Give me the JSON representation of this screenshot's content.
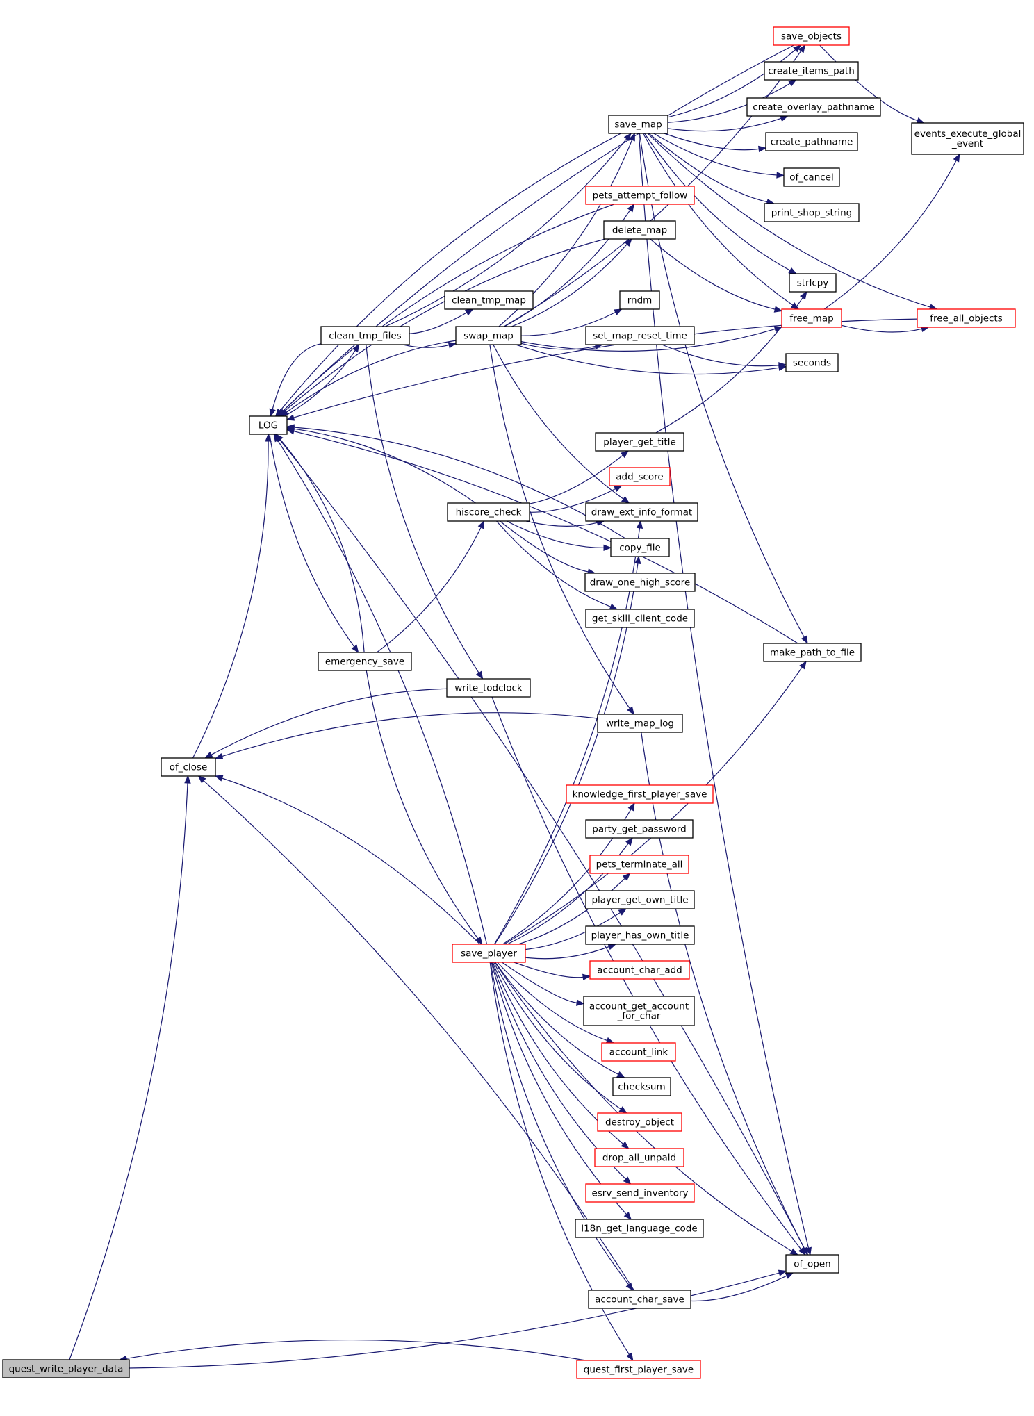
{
  "graph": {
    "nodes": [
      {
        "id": "quest_write_player_data",
        "label": "quest_write_player_data",
        "style": "root"
      },
      {
        "id": "of_close",
        "label": "of_close",
        "style": "normal"
      },
      {
        "id": "LOG",
        "label": "LOG",
        "style": "normal"
      },
      {
        "id": "clean_tmp_files",
        "label": "clean_tmp_files",
        "style": "normal"
      },
      {
        "id": "emergency_save",
        "label": "emergency_save",
        "style": "normal"
      },
      {
        "id": "clean_tmp_map",
        "label": "clean_tmp_map",
        "style": "normal"
      },
      {
        "id": "swap_map",
        "label": "swap_map",
        "style": "normal"
      },
      {
        "id": "hiscore_check",
        "label": "hiscore_check",
        "style": "normal"
      },
      {
        "id": "write_todclock",
        "label": "write_todclock",
        "style": "normal"
      },
      {
        "id": "save_player",
        "label": "save_player",
        "style": "red"
      },
      {
        "id": "save_map",
        "label": "save_map",
        "style": "normal"
      },
      {
        "id": "pets_attempt_follow",
        "label": "pets_attempt_follow",
        "style": "red"
      },
      {
        "id": "delete_map",
        "label": "delete_map",
        "style": "normal"
      },
      {
        "id": "rndm",
        "label": "rndm",
        "style": "normal"
      },
      {
        "id": "set_map_reset_time",
        "label": "set_map_reset_time",
        "style": "normal"
      },
      {
        "id": "player_get_title",
        "label": "player_get_title",
        "style": "normal"
      },
      {
        "id": "add_score",
        "label": "add_score",
        "style": "red"
      },
      {
        "id": "draw_ext_info_format",
        "label": "draw_ext_info_format",
        "style": "normal"
      },
      {
        "id": "copy_file",
        "label": "copy_file",
        "style": "normal"
      },
      {
        "id": "draw_one_high_score",
        "label": "draw_one_high_score",
        "style": "normal"
      },
      {
        "id": "get_skill_client_code",
        "label": "get_skill_client_code",
        "style": "normal"
      },
      {
        "id": "write_map_log",
        "label": "write_map_log",
        "style": "normal"
      },
      {
        "id": "knowledge_first_player_save",
        "label": "knowledge_first_player_save",
        "style": "red"
      },
      {
        "id": "party_get_password",
        "label": "party_get_password",
        "style": "normal"
      },
      {
        "id": "pets_terminate_all",
        "label": "pets_terminate_all",
        "style": "red"
      },
      {
        "id": "player_get_own_title",
        "label": "player_get_own_title",
        "style": "normal"
      },
      {
        "id": "player_has_own_title",
        "label": "player_has_own_title",
        "style": "normal"
      },
      {
        "id": "account_char_add",
        "label": "account_char_add",
        "style": "red"
      },
      {
        "id": "account_get_account_for_char",
        "label": "account_get_account\n_for_char",
        "style": "normal"
      },
      {
        "id": "account_link",
        "label": "account_link",
        "style": "red"
      },
      {
        "id": "checksum",
        "label": "checksum",
        "style": "normal"
      },
      {
        "id": "destroy_object",
        "label": "destroy_object",
        "style": "red"
      },
      {
        "id": "drop_all_unpaid",
        "label": "drop_all_unpaid",
        "style": "red"
      },
      {
        "id": "esrv_send_inventory",
        "label": "esrv_send_inventory",
        "style": "red"
      },
      {
        "id": "i18n_get_language_code",
        "label": "i18n_get_language_code",
        "style": "normal"
      },
      {
        "id": "account_char_save",
        "label": "account_char_save",
        "style": "normal"
      },
      {
        "id": "quest_first_player_save",
        "label": "quest_first_player_save",
        "style": "red"
      },
      {
        "id": "save_objects",
        "label": "save_objects",
        "style": "red"
      },
      {
        "id": "create_items_path",
        "label": "create_items_path",
        "style": "normal"
      },
      {
        "id": "create_overlay_pathname",
        "label": "create_overlay_pathname",
        "style": "normal"
      },
      {
        "id": "create_pathname",
        "label": "create_pathname",
        "style": "normal"
      },
      {
        "id": "of_cancel",
        "label": "of_cancel",
        "style": "normal"
      },
      {
        "id": "print_shop_string",
        "label": "print_shop_string",
        "style": "normal"
      },
      {
        "id": "strlcpy",
        "label": "strlcpy",
        "style": "normal"
      },
      {
        "id": "free_map",
        "label": "free_map",
        "style": "red"
      },
      {
        "id": "seconds",
        "label": "seconds",
        "style": "normal"
      },
      {
        "id": "make_path_to_file",
        "label": "make_path_to_file",
        "style": "normal"
      },
      {
        "id": "of_open",
        "label": "of_open",
        "style": "normal"
      },
      {
        "id": "events_execute_global_event",
        "label": "events_execute_global\n_event",
        "style": "normal"
      },
      {
        "id": "free_all_objects",
        "label": "free_all_objects",
        "style": "red"
      }
    ],
    "edges": [
      [
        "quest_write_player_data",
        "of_close"
      ],
      [
        "quest_write_player_data",
        "of_open"
      ],
      [
        "quest_first_player_save",
        "quest_write_player_data"
      ],
      [
        "of_close",
        "LOG"
      ],
      [
        "LOG",
        "clean_tmp_files"
      ],
      [
        "LOG",
        "emergency_save"
      ],
      [
        "clean_tmp_files",
        "LOG"
      ],
      [
        "clean_tmp_files",
        "clean_tmp_map"
      ],
      [
        "clean_tmp_files",
        "swap_map"
      ],
      [
        "clean_tmp_files",
        "write_todclock"
      ],
      [
        "clean_tmp_files",
        "save_map"
      ],
      [
        "swap_map",
        "LOG"
      ],
      [
        "swap_map",
        "save_map"
      ],
      [
        "swap_map",
        "pets_attempt_follow"
      ],
      [
        "swap_map",
        "delete_map"
      ],
      [
        "swap_map",
        "rndm"
      ],
      [
        "swap_map",
        "set_map_reset_time"
      ],
      [
        "swap_map",
        "seconds"
      ],
      [
        "swap_map",
        "free_map"
      ],
      [
        "swap_map",
        "draw_ext_info_format"
      ],
      [
        "swap_map",
        "write_map_log"
      ],
      [
        "swap_map",
        "save_objects"
      ],
      [
        "emergency_save",
        "LOG"
      ],
      [
        "emergency_save",
        "hiscore_check"
      ],
      [
        "emergency_save",
        "save_player"
      ],
      [
        "hiscore_check",
        "LOG"
      ],
      [
        "hiscore_check",
        "player_get_title"
      ],
      [
        "hiscore_check",
        "add_score"
      ],
      [
        "hiscore_check",
        "draw_ext_info_format"
      ],
      [
        "hiscore_check",
        "copy_file"
      ],
      [
        "hiscore_check",
        "draw_one_high_score"
      ],
      [
        "hiscore_check",
        "get_skill_client_code"
      ],
      [
        "write_todclock",
        "of_close"
      ],
      [
        "write_todclock",
        "of_open"
      ],
      [
        "write_map_log",
        "of_close"
      ],
      [
        "write_map_log",
        "of_open"
      ],
      [
        "save_map",
        "LOG"
      ],
      [
        "save_map",
        "save_objects"
      ],
      [
        "save_map",
        "create_items_path"
      ],
      [
        "save_map",
        "create_overlay_pathname"
      ],
      [
        "save_map",
        "create_pathname"
      ],
      [
        "save_map",
        "of_cancel"
      ],
      [
        "save_map",
        "print_shop_string"
      ],
      [
        "save_map",
        "strlcpy"
      ],
      [
        "save_map",
        "free_map"
      ],
      [
        "save_map",
        "free_all_objects"
      ],
      [
        "save_map",
        "make_path_to_file"
      ],
      [
        "save_map",
        "of_open"
      ],
      [
        "save_objects",
        "LOG"
      ],
      [
        "save_objects",
        "events_execute_global_event"
      ],
      [
        "pets_attempt_follow",
        "LOG"
      ],
      [
        "delete_map",
        "LOG"
      ],
      [
        "delete_map",
        "free_map"
      ],
      [
        "free_map",
        "events_execute_global_event"
      ],
      [
        "free_map",
        "free_all_objects"
      ],
      [
        "free_all_objects",
        "LOG"
      ],
      [
        "player_get_title",
        "strlcpy"
      ],
      [
        "copy_file",
        "LOG"
      ],
      [
        "set_map_reset_time",
        "seconds"
      ],
      [
        "make_path_to_file",
        "LOG"
      ],
      [
        "save_player",
        "LOG"
      ],
      [
        "save_player",
        "of_close"
      ],
      [
        "save_player",
        "draw_ext_info_format"
      ],
      [
        "save_player",
        "copy_file"
      ],
      [
        "save_player",
        "make_path_to_file"
      ],
      [
        "save_player",
        "knowledge_first_player_save"
      ],
      [
        "save_player",
        "party_get_password"
      ],
      [
        "save_player",
        "pets_terminate_all"
      ],
      [
        "save_player",
        "player_get_own_title"
      ],
      [
        "save_player",
        "player_has_own_title"
      ],
      [
        "save_player",
        "account_char_add"
      ],
      [
        "save_player",
        "account_get_account_for_char"
      ],
      [
        "save_player",
        "account_link"
      ],
      [
        "save_player",
        "checksum"
      ],
      [
        "save_player",
        "destroy_object"
      ],
      [
        "save_player",
        "drop_all_unpaid"
      ],
      [
        "save_player",
        "esrv_send_inventory"
      ],
      [
        "save_player",
        "i18n_get_language_code"
      ],
      [
        "save_player",
        "account_char_save"
      ],
      [
        "save_player",
        "of_open"
      ],
      [
        "save_player",
        "quest_first_player_save"
      ],
      [
        "account_char_save",
        "of_close"
      ],
      [
        "account_char_save",
        "of_open"
      ],
      [
        "of_open",
        "LOG"
      ]
    ]
  }
}
